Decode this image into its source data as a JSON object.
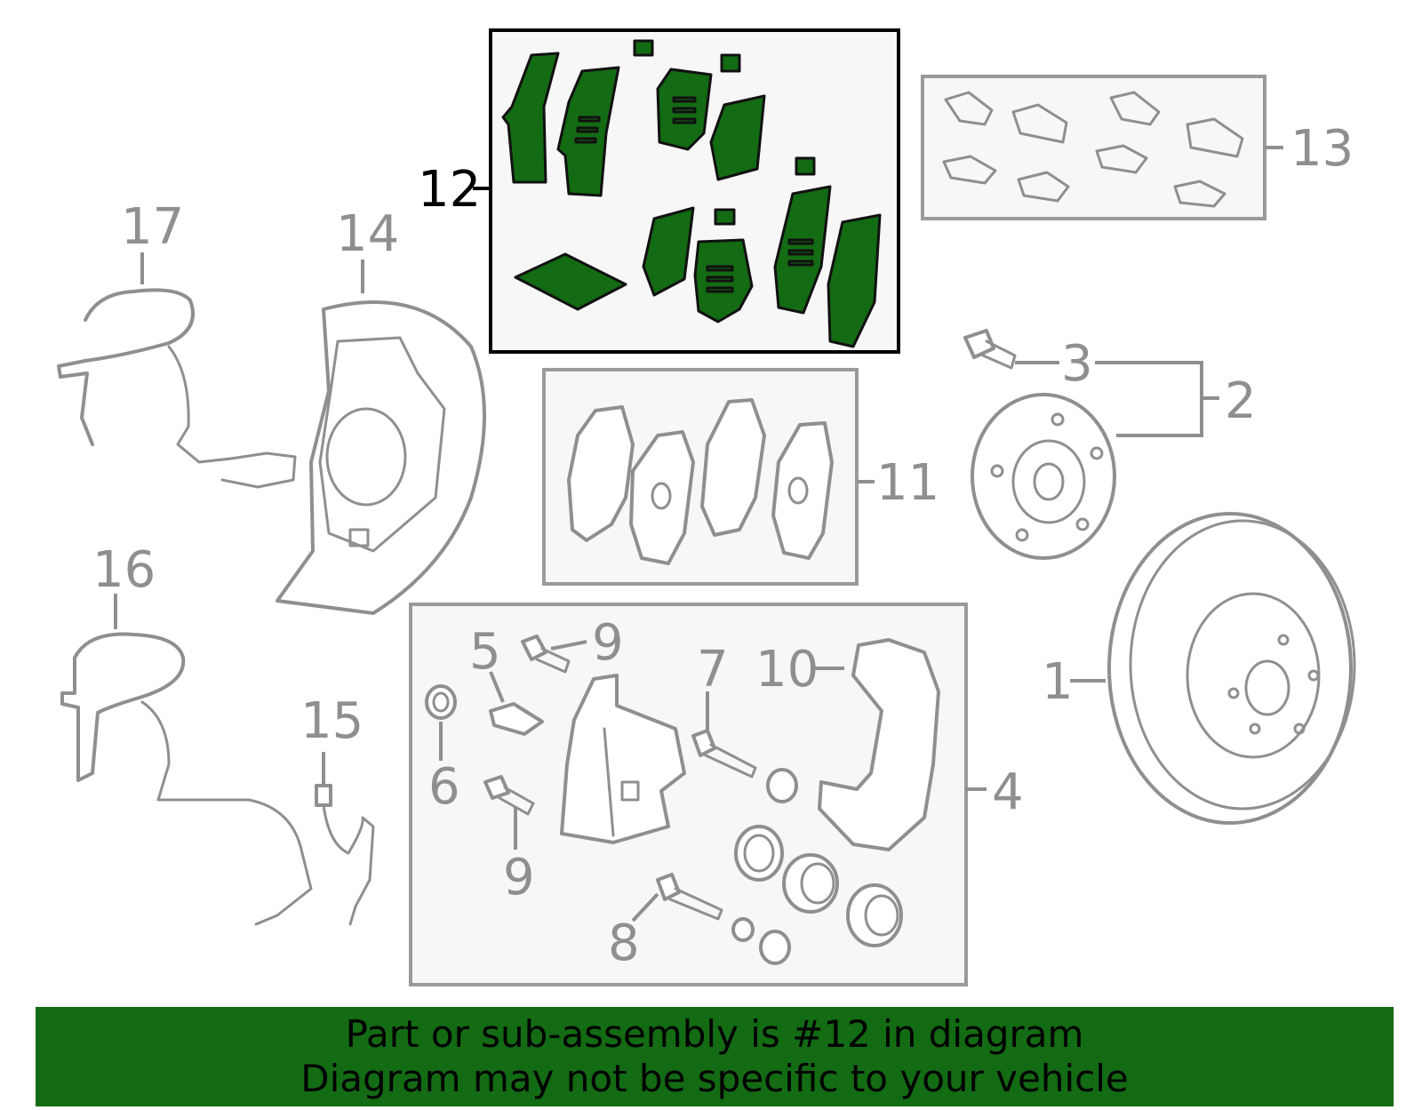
{
  "callouts": {
    "c1": "1",
    "c2": "2",
    "c3": "3",
    "c4": "4",
    "c5": "5",
    "c6": "6",
    "c7": "7",
    "c8": "8",
    "c9a": "9",
    "c9b": "9",
    "c10": "10",
    "c11": "11",
    "c12": "12",
    "c13": "13",
    "c14": "14",
    "c15": "15",
    "c16": "16",
    "c17": "17"
  },
  "highlight": {
    "color": "#136b13",
    "part": "12"
  },
  "banner": {
    "line1": "Part or sub-assembly is #12 in diagram",
    "line2": "Diagram may not be specific to your vehicle",
    "background": "#136b13"
  }
}
